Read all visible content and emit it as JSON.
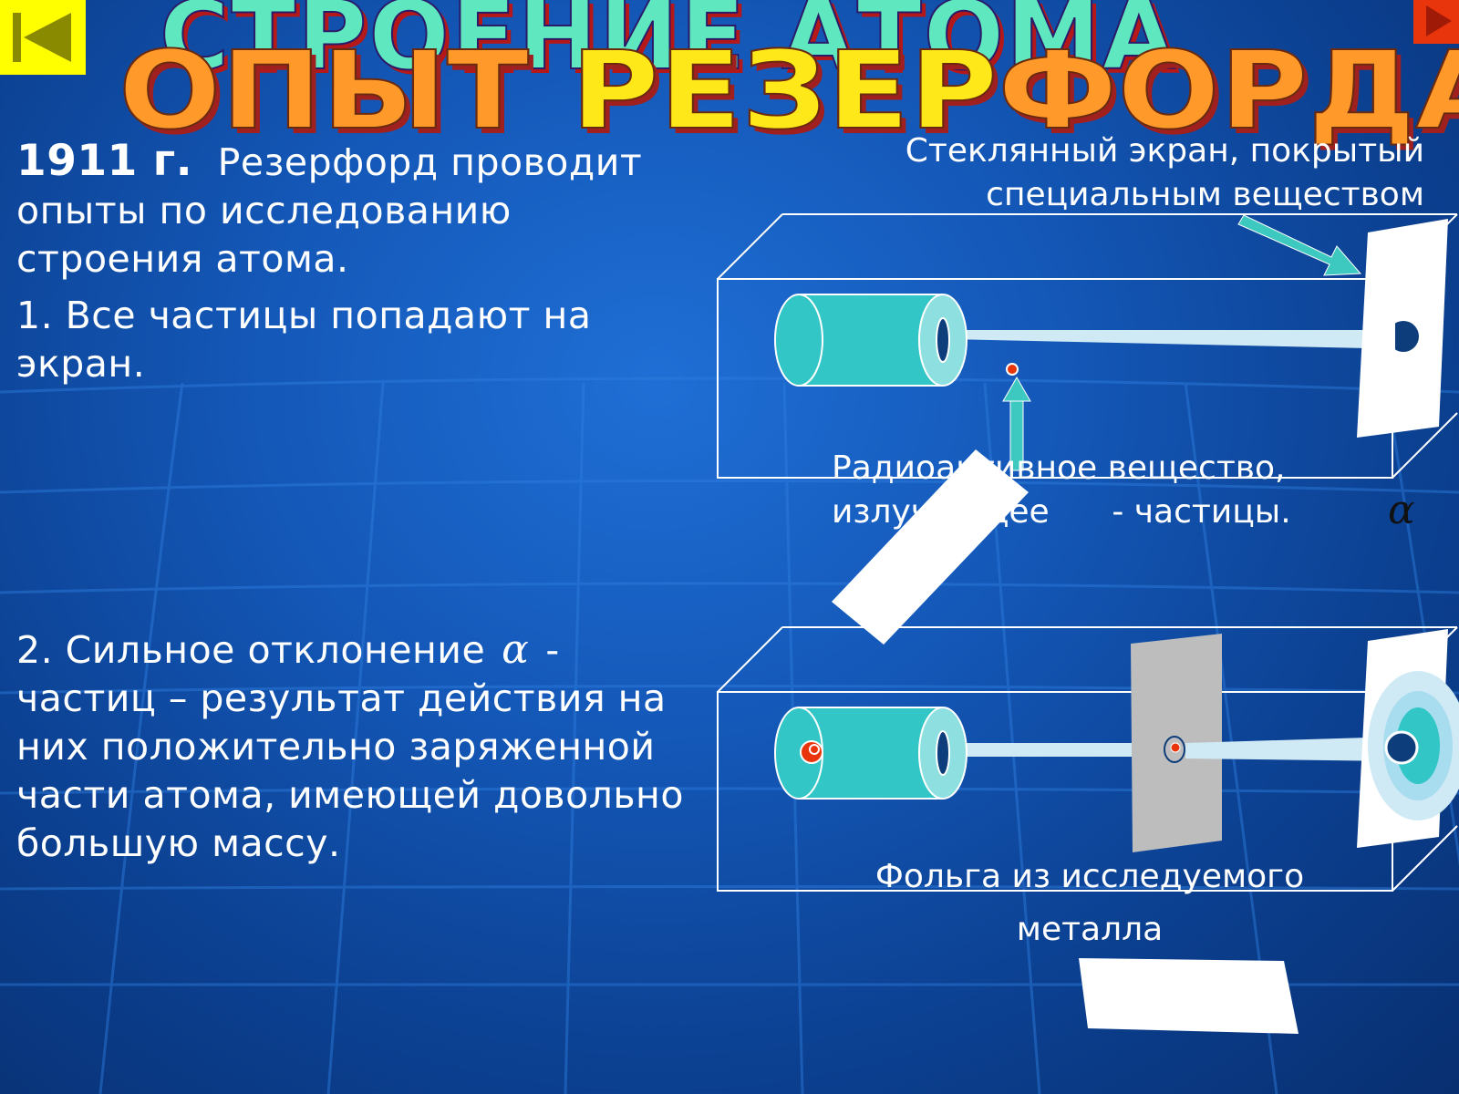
{
  "navigation": {
    "back_icon": "skip-back-icon",
    "next_icon": "play-forward-icon",
    "back_color": "#ffff00",
    "next_color": "#e8350c"
  },
  "title": {
    "main": "СТРОЕНИЕ АТОМА",
    "sub_words": [
      "ОПЫТ",
      "РЕЗЕР",
      "ФОРДА"
    ]
  },
  "intro": {
    "year": "1911 г.",
    "text": "Резерфорд проводит опыты по исследованию строения атома."
  },
  "point1": {
    "text": "1. Все частицы попадают на экран."
  },
  "point2": {
    "prefix": "2. Сильное отклонение",
    "alpha": "α",
    "suffix": "- частиц – результат действия на них положительно заряженной части атома, имеющей довольно большую массу."
  },
  "labels": {
    "screen_line1": "Стеклянный экран, покрытый",
    "screen_line2": "специальным веществом",
    "source_line1": "Радиоактивное вещество,",
    "source_line2": "излучающее      - частицы.",
    "alpha_symbol": "α",
    "foil_line1": "Фольга из исследуемого",
    "foil_line2": "металла"
  },
  "colors": {
    "background": "#1458b8",
    "cylinder": "#33c6c6",
    "beam": "#cfe9f5",
    "foil": "#bdbdbd",
    "particle": "#e8350c",
    "arrow": "#3ec9c0"
  }
}
